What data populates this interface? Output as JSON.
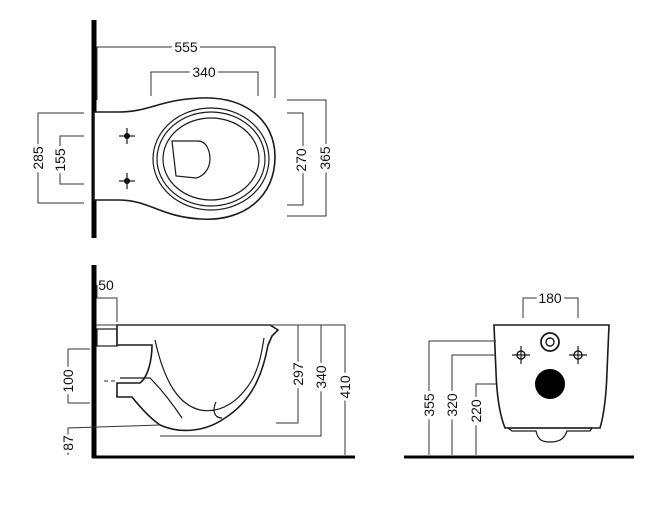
{
  "top_view": {
    "dims": {
      "overall_length": "555",
      "bowl_length": "340",
      "overall_width": "285",
      "fixing_spacing": "155",
      "bowl_width": "270",
      "rim_width": "365"
    }
  },
  "side_view": {
    "dims": {
      "inlet_offset": "50",
      "outlet_height": "100",
      "outlet_floor_gap": "87",
      "depth_297": "297",
      "depth_340": "340",
      "depth_410": "410"
    }
  },
  "front_view": {
    "dims": {
      "fixing_spacing": "180",
      "height_355": "355",
      "height_320": "320",
      "height_220": "220"
    }
  }
}
